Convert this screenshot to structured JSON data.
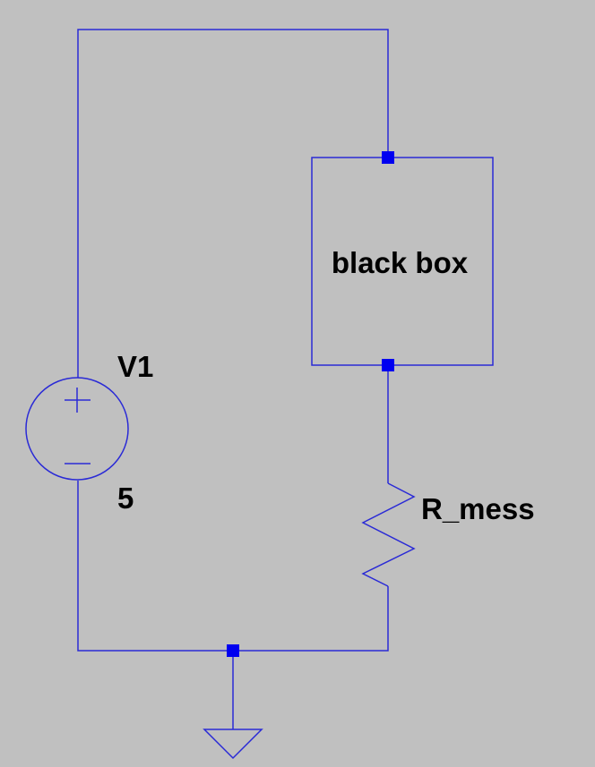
{
  "schematic": {
    "colors": {
      "background": "#c0c0c0",
      "wire": "#2a2ad6",
      "junction": "#0000f0",
      "text": "#000000"
    },
    "components": {
      "black_box": {
        "label": "black box"
      },
      "voltage_source": {
        "name": "V1",
        "value": "5"
      },
      "resistor": {
        "name": "R_mess"
      },
      "ground": {
        "symbol": "ground-icon"
      }
    }
  }
}
